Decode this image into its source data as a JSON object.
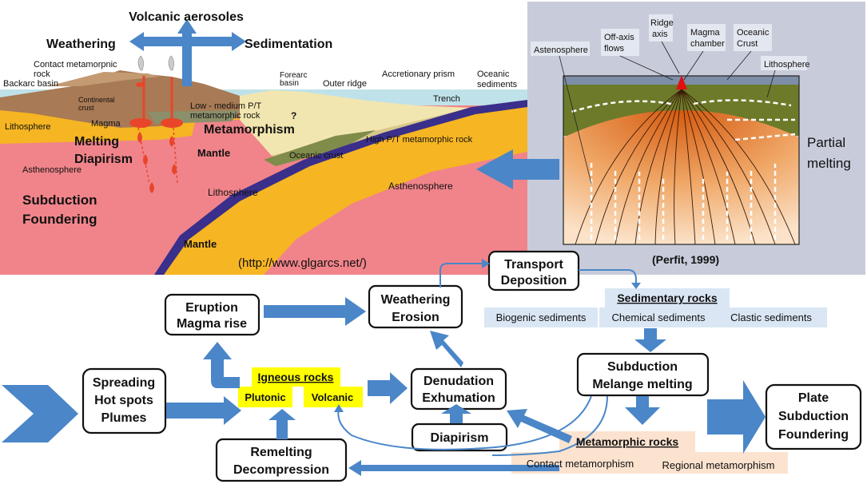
{
  "top_labels": {
    "volcanic_aerosoles": "Volcanic aerosoles",
    "weathering": "Weathering",
    "sedimentation": "Sedimentation"
  },
  "cross_section": {
    "contact_metamorphic_1": "Contact metamorpnic",
    "contact_metamorphic_2": "rock",
    "backarc_basin": "Backarc basin",
    "continental_crust_1": "Continental",
    "continental_crust_2": "crust",
    "lithosphere_left": "Lithosphere",
    "magma": "Magma",
    "melting": "Melting",
    "diapirism": "Diapirism",
    "asthenosphere_left": "Asthenosphere",
    "subduction": "Subduction",
    "foundering": "Foundering",
    "low_medium_pt_1": "Low - medium P/T",
    "low_medium_pt_2": "metamorphic rock",
    "metamorphism": "Metamorphism",
    "question": "?",
    "forearc_1": "Forearc",
    "forearc_2": "basin",
    "outer_ridge": "Outer ridge",
    "accretionary_prism": "Accretionary prism",
    "oceanic_sediments_1": "Oceanic",
    "oceanic_sediments_2": "sediments",
    "trench": "Trench",
    "high_pt": "High P/T metamorphic rock",
    "mantle_upper": "Mantle",
    "oceanic_crust": "Oceanic crust",
    "lithosphere_center": "Lithosphere",
    "asthenosphere_right": "Asthenosphere",
    "mantle_lower": "Mantle",
    "source": "(http://www.glgarcs.net/)"
  },
  "ridge": {
    "astenosphere": "Astenosphere",
    "offaxis_1": "Off-axis",
    "offaxis_2": "flows",
    "ridge_axis_1": "Ridge",
    "ridge_axis_2": "axis",
    "magma_chamber_1": "Magma",
    "magma_chamber_2": "chamber",
    "oceanic_crust_1": "Oceanic",
    "oceanic_crust_2": "Crust",
    "lithosphere": "Lithosphere",
    "partial_melting_1": "Partial",
    "partial_melting_2": "melting",
    "source": "(Perfit, 1999)"
  },
  "cycle": {
    "transport_1": "Transport",
    "transport_2": "Deposition",
    "sedimentary_header": "Sedimentary rocks",
    "biogenic": "Biogenic sediments",
    "chemical": "Chemical sediments",
    "clastic": "Clastic sediments",
    "eruption_1": "Eruption",
    "eruption_2": "Magma rise",
    "weathering_1": "Weathering",
    "weathering_2": "Erosion",
    "spreading_1": "Spreading",
    "spreading_2": "Hot spots",
    "spreading_3": "Plumes",
    "igneous_header": "Igneous rocks",
    "plutonic": "Plutonic",
    "volcanic": "Volcanic",
    "denudation_1": "Denudation",
    "denudation_2": "Exhumation",
    "subduction_1": "Subduction",
    "subduction_2": "Melange melting",
    "plate_1": "Plate",
    "plate_2": "Subduction",
    "plate_3": "Foundering",
    "diapirism": "Diapirism",
    "remelting_1": "Remelting",
    "remelting_2": "Decompression",
    "metamorphic_header": "Metamorphic rocks",
    "contact_meta": "Contact metamorphism",
    "regional_meta": "Regional metamorphism"
  },
  "colors": {
    "arrow_blue": "#4a86c8",
    "asthenosphere_pink": "#f0848a",
    "lithosphere_orange": "#f6b522",
    "igneous_yellow": "#ffff00",
    "sedimentary_blue": "#dae6f4",
    "metamorphic_peach": "#fbe3cf"
  }
}
